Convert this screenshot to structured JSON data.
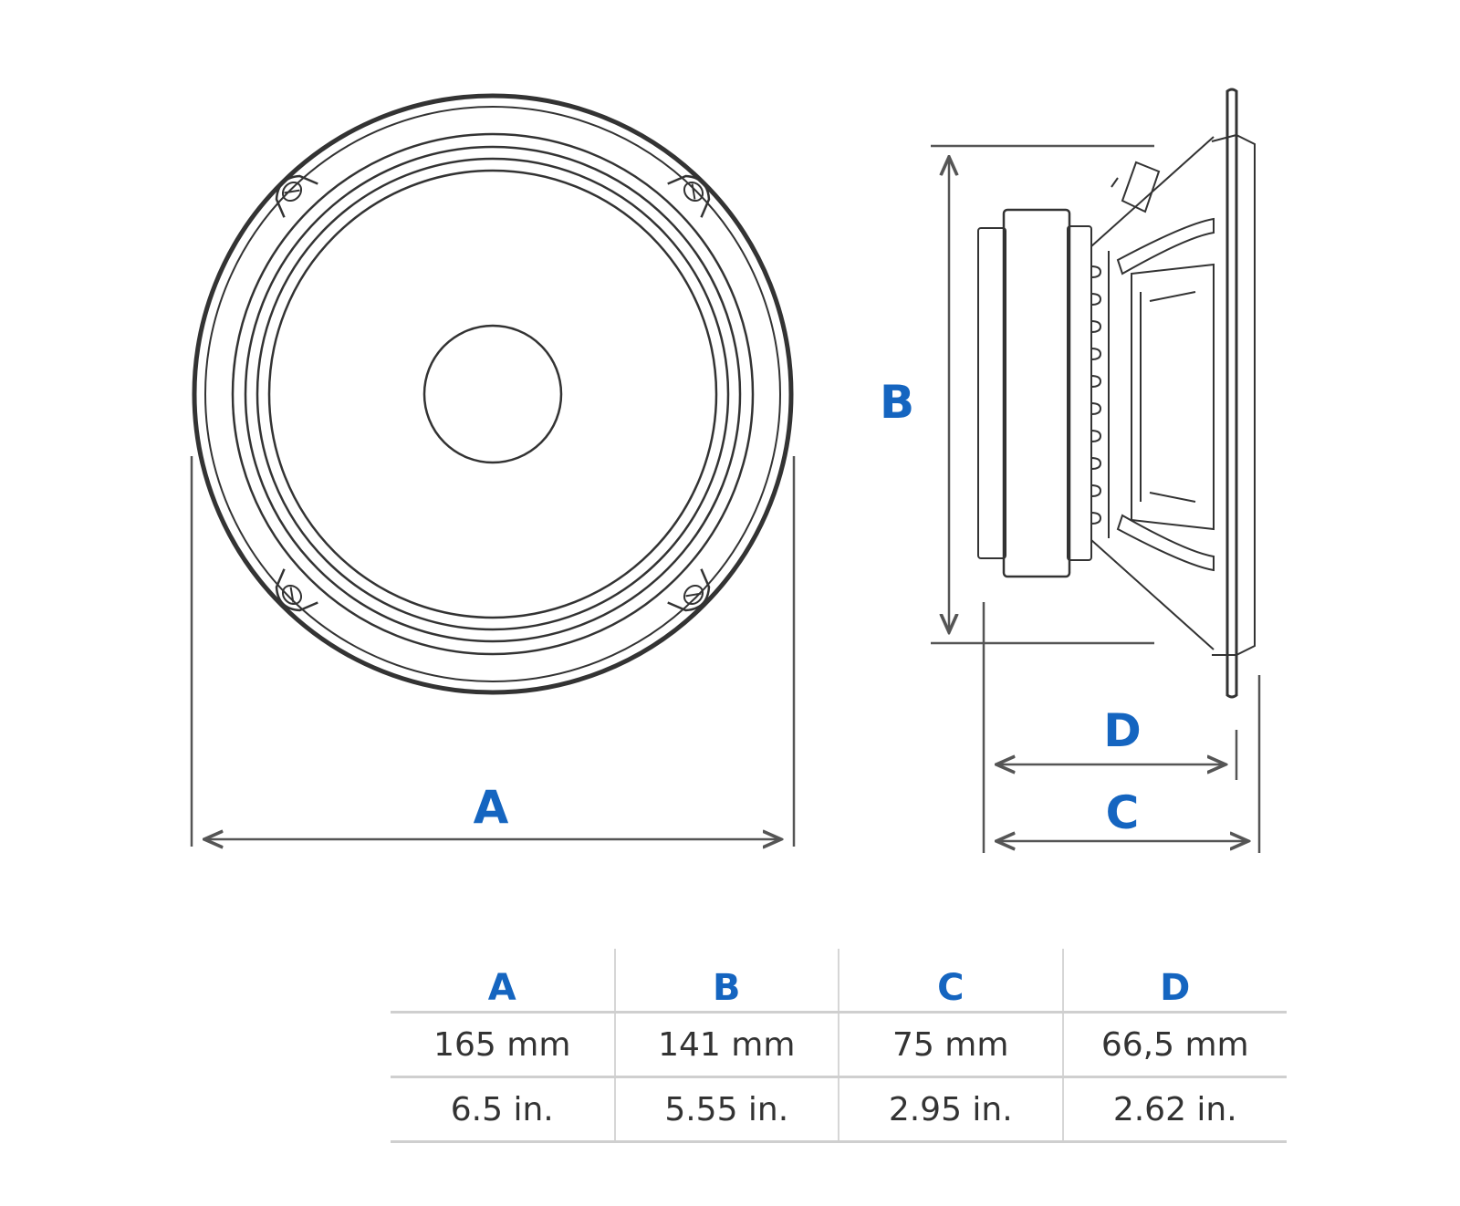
{
  "labels": {
    "a": "A",
    "b": "B",
    "c": "C",
    "d": "D"
  },
  "table": {
    "headers": [
      "A",
      "B",
      "C",
      "D"
    ],
    "rows": [
      [
        "165 mm",
        "141 mm",
        "75 mm",
        "66,5 mm"
      ],
      [
        "6.5 in.",
        "5.55 in.",
        "2.95 in.",
        "2.62 in."
      ]
    ]
  },
  "colors": {
    "label": "#1565c0",
    "line": "#333333",
    "dim_line": "#555555",
    "grid": "#cfcfcf"
  }
}
